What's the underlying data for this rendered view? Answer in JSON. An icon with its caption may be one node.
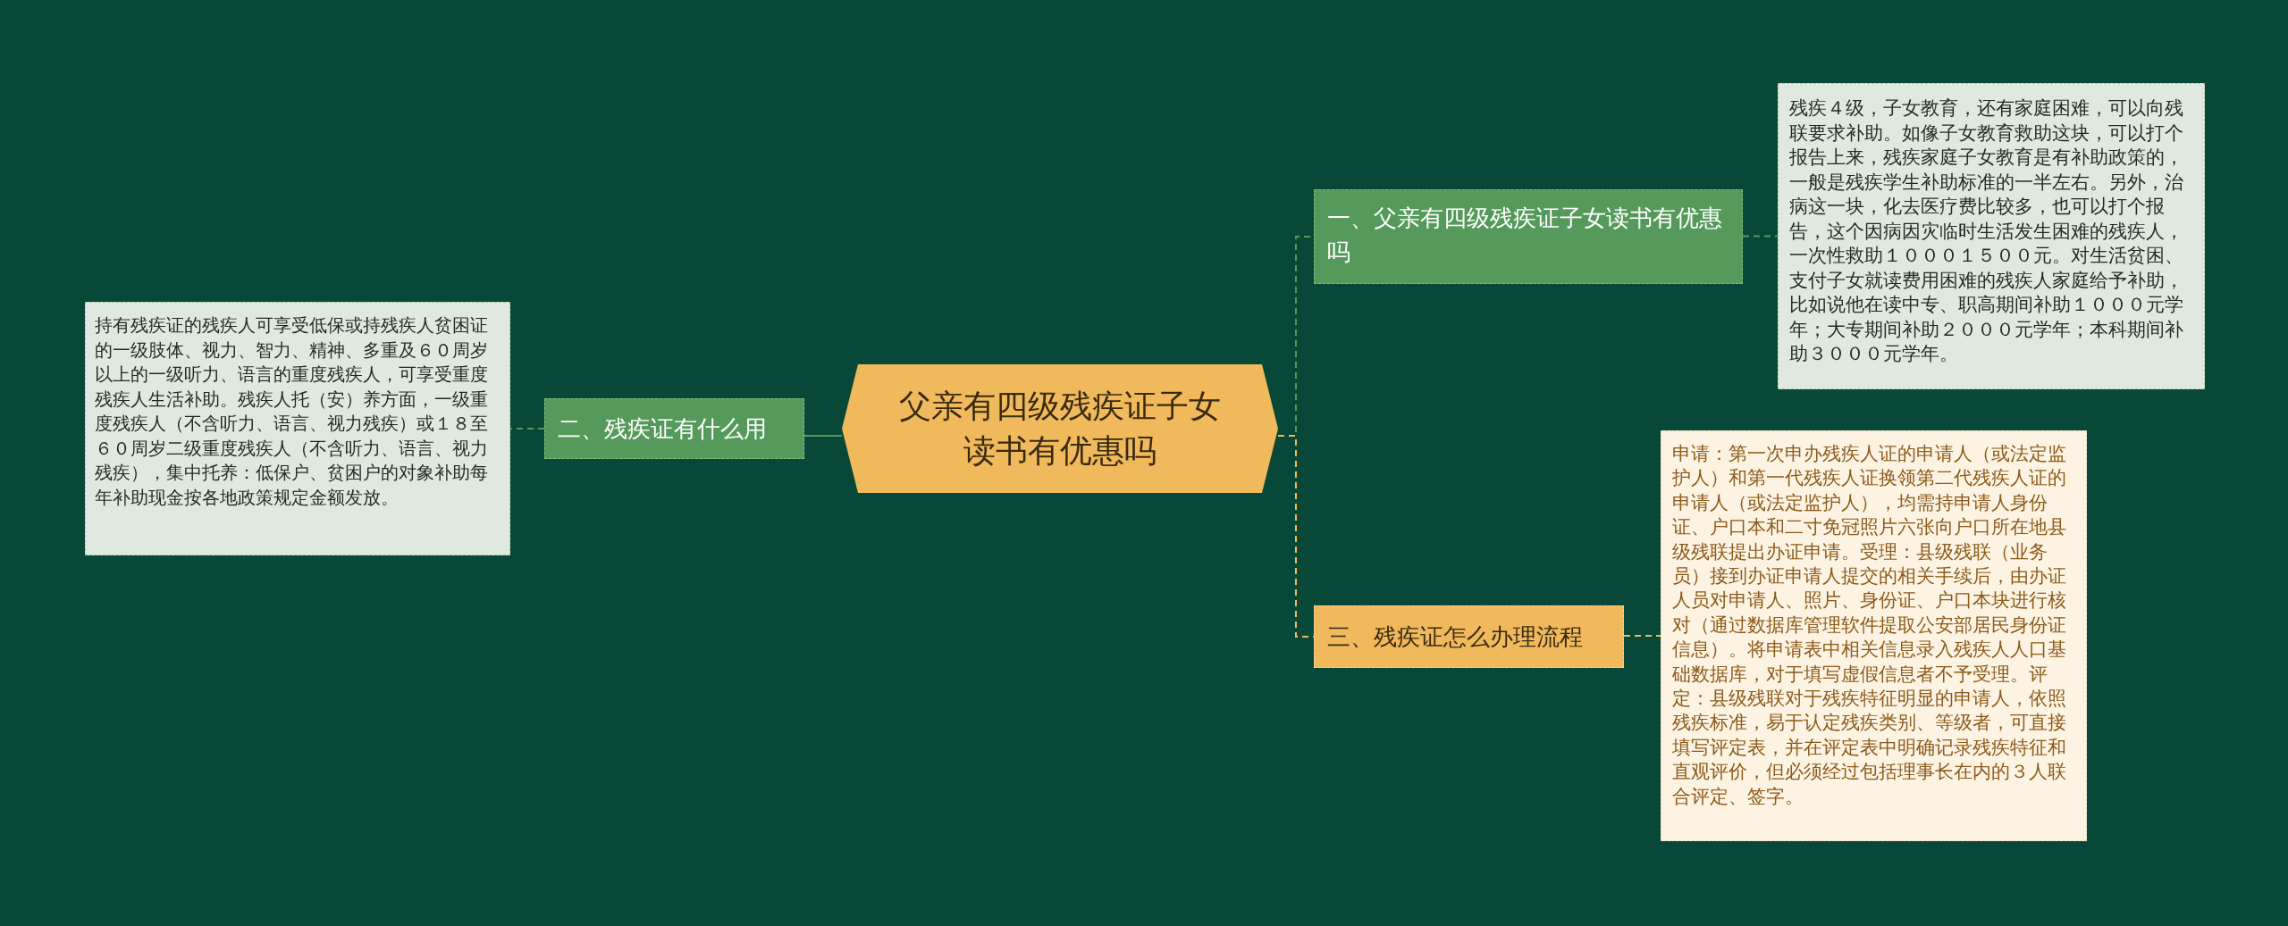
{
  "diagram": {
    "nodes": [
      {
        "text": [
          "父亲有四级残疾证子女读书有优惠吗"
        ]
      },
      {
        "text": [
          "一、父亲有四级残疾证子女读书有优惠吗"
        ]
      },
      {
        "text": [
          "残疾４级，子女教育，还有家庭困难，可以向残联要求补助。如像子女教育救助这块，可以打个报告上来，残疾家庭子女教育是有补助政策的，一般是残疾学生补助标准的一半左右。另外，治病这一块，化去医疗费比较多，也可以打个报告，这个因病因灾临时生活发生困难的残疾人，一次性救助１０００１５００元。对生活贫困、支付子女就读费用困难的残疾人家庭给予补助，比如说他在读中专、职高期间补助１０００元学年；大专期间补助２０００元学年；本科期间补助３０００元学年。"
        ]
      },
      {
        "text": [
          "二、残疾证有什么用"
        ]
      },
      {
        "text": [
          "持有残疾证的残疾人可享受低保或持残疾人贫困证的一级肢体、视力、智力、精神、多重及６０周岁以上的一级听力、语言的重度残疾人，可享受重度残疾人生活补助。残疾人托（安）养方面，一级重度残疾人（不含听力、语言、视力残疾）或１８至６０周岁二级重度残疾人（不含听力、语言、视力残疾），集中托养：低保户、贫困户的对象补助每年补助现金按各地政策规定金额发放。"
        ]
      },
      {
        "text": [
          "三、残疾证怎么办理流程"
        ]
      },
      {
        "text": [
          "申请：第一次申办残疾人证的申请人（或法定监护人）和第一代残疾人证换领第二代残疾人证的申请人（或法定监护人），均需持申请人身份证、户口本和二寸免冠照片六张向户口所在地县级残联提出办证申请。受理：县级残联（业务员）接到办证申请人提交的相关手续后，由办证人员对申请人、照片、身份证、户口本块进行核对（通过数据库管理软件提取公安部居民身份证信息）。将申请表中相关信息录入残疾人人口基础数据库，对于填写虚假信息者不予受理。评定：县级残联对于残疾特征明显的申请人，依照残疾标准，易于认定残疾类别、等级者，可直接填写评定表，并在评定表中明确记录残疾特征和直观评价，但必须经过包括理事长在内的３人联合评定、签字。"
        ]
      }
    ],
    "edges": [
      {
        "from": 0,
        "to": 1,
        "arrow": "none",
        "style": "dashed"
      },
      {
        "from": 1,
        "to": 2,
        "arrow": "none",
        "style": "dashed"
      },
      {
        "from": 0,
        "to": 3,
        "arrow": "none"
      },
      {
        "from": 3,
        "to": 4,
        "arrow": "none",
        "style": "dashed"
      },
      {
        "from": 0,
        "to": 5,
        "arrow": "none",
        "style": "dashed",
        "color": "#f0b95c"
      },
      {
        "from": 5,
        "to": 6,
        "arrow": "none",
        "style": "dashed",
        "color": "#f0b95c"
      }
    ]
  }
}
